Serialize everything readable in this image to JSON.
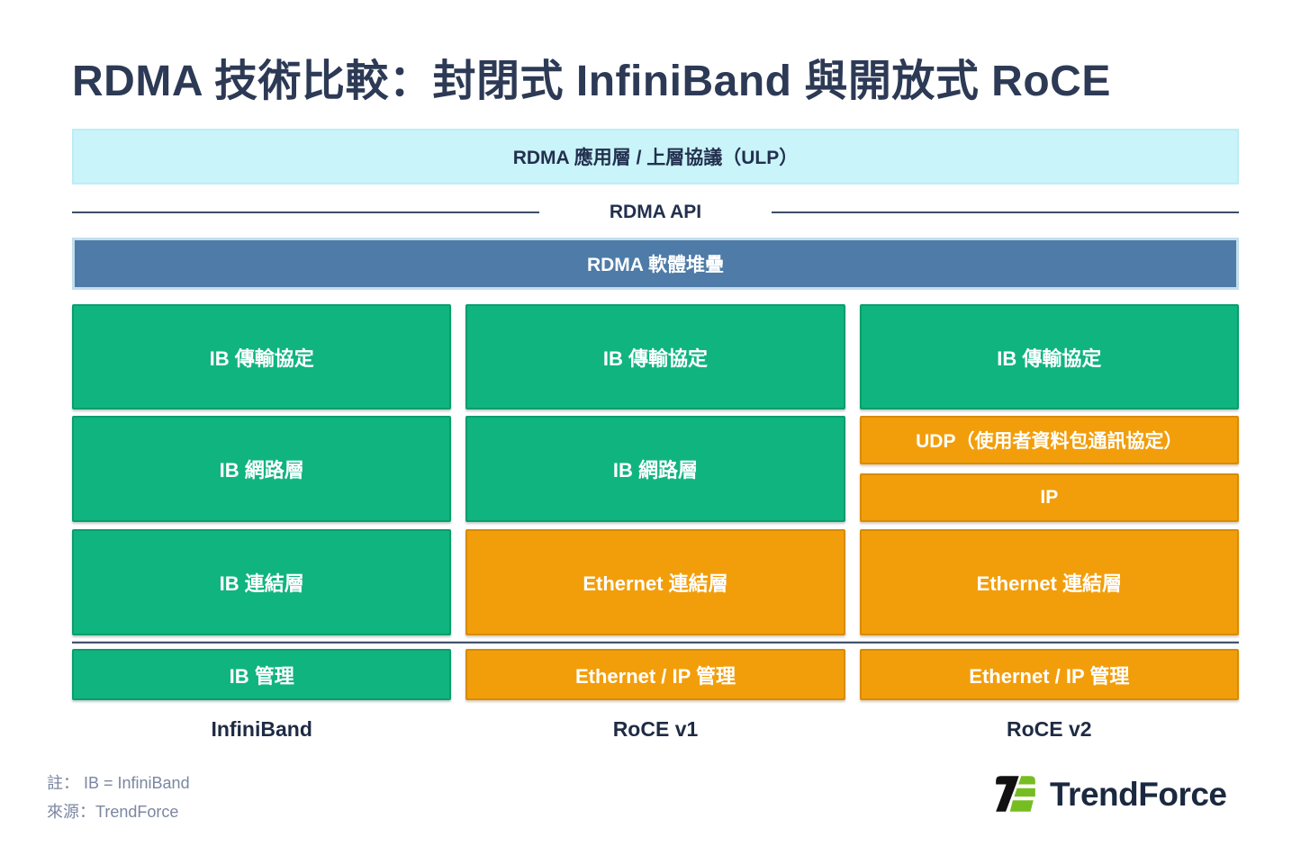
{
  "title": "RDMA 技術比較：封閉式 InfiniBand 與開放式 RoCE",
  "banners": {
    "ulp": "RDMA 應用層 / 上層協議（ULP）",
    "api": "RDMA API",
    "stack": "RDMA 軟體堆疊"
  },
  "columns": [
    {
      "label": "InfiniBand",
      "blocks": {
        "transport": "IB 傳輸協定",
        "network": "IB 網路層",
        "link": "IB 連結層",
        "mgmt": "IB 管理"
      }
    },
    {
      "label": "RoCE v1",
      "blocks": {
        "transport": "IB 傳輸協定",
        "network": "IB 網路層",
        "link": "Ethernet 連結層",
        "mgmt": "Ethernet / IP 管理"
      }
    },
    {
      "label": "RoCE v2",
      "blocks": {
        "transport": "IB 傳輸協定",
        "udp": "UDP（使用者資料包通訊協定）",
        "ip": "IP",
        "link": "Ethernet 連結層",
        "mgmt": "Ethernet / IP 管理"
      }
    }
  ],
  "footer": {
    "note1": "註： IB = InfiniBand",
    "note2": "來源：TrendForce",
    "logo_text": "TrendForce"
  },
  "colors": {
    "ib_green": "#10b47f",
    "ethernet_orange": "#f29e0b",
    "stack_blue": "#4e7ba7",
    "ulp_cyan": "#c9f4f9",
    "title_navy": "#2d3a55",
    "logo_green": "#76bd22",
    "logo_black": "#111111"
  }
}
